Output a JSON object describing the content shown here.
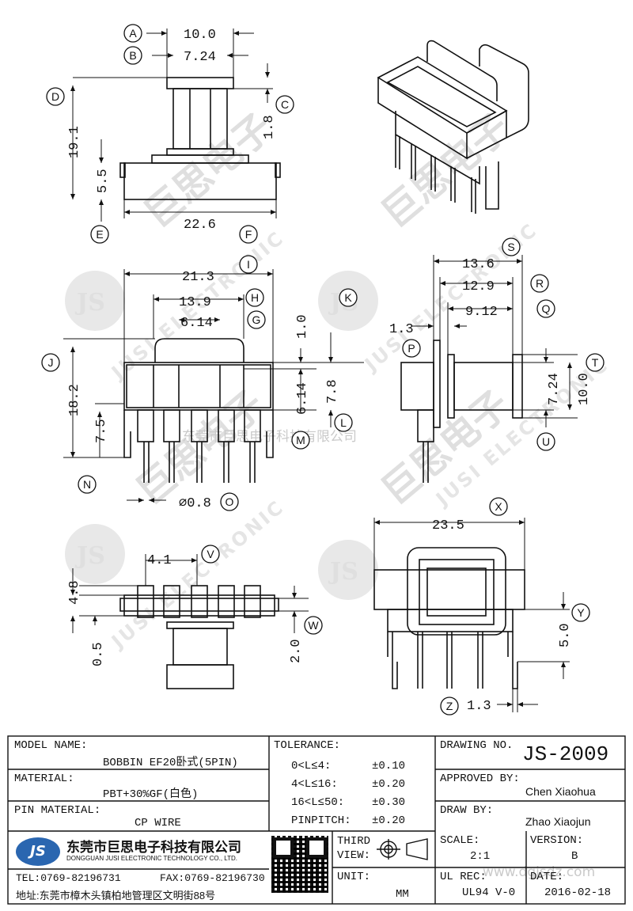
{
  "watermark": {
    "logo": "JS",
    "company_cn": "巨思电子",
    "company_en": "JUSI ELECTRONIC",
    "overlay_cn": "东莞市巨思电子科技有限公司",
    "url": "www.dgjsdz.com"
  },
  "dimensions": {
    "top_width": "10.0",
    "top_inner": "7.24",
    "top_height": "19.1",
    "top_flange": "1.8",
    "top_base": "5.5",
    "top_base_width": "22.6",
    "front_width": "21.3",
    "front_mid": "13.9",
    "front_inner": "6.14",
    "front_height": "18.2",
    "front_pin": "7.5",
    "front_top": "1.0",
    "front_core": "7.8",
    "front_core2": "6.14",
    "front_pin_dia": "⌀0.8",
    "side_s": "13.6",
    "side_r": "12.9",
    "side_q": "9.12",
    "side_p": "1.3",
    "side_t": "10.0",
    "side_u": "7.24",
    "bottom_pitch": "4.1",
    "bottom_height": "4.8",
    "bottom_gap": "0.5",
    "bottom_w": "2.0",
    "rear_width": "23.5",
    "rear_y": "5.0",
    "rear_z": "1.3"
  },
  "callouts": [
    "A",
    "B",
    "C",
    "D",
    "E",
    "F",
    "I",
    "H",
    "G",
    "K",
    "J",
    "L",
    "M",
    "N",
    "O",
    "S",
    "R",
    "Q",
    "P",
    "T",
    "U",
    "V",
    "W",
    "X",
    "Y",
    "Z"
  ],
  "title_block": {
    "model_label": "MODEL NAME:",
    "model_value": "BOBBIN EF20卧式(5PIN)",
    "material_label": "MATERIAL:",
    "material_value": "PBT+30%GF(白色)",
    "pin_label": "PIN MATERIAL:",
    "pin_value": "CP WIRE",
    "tolerance_label": "TOLERANCE:",
    "tolerances": [
      {
        "range": "0<L≤4:",
        "value": "±0.10"
      },
      {
        "range": "4<L≤16:",
        "value": "±0.20"
      },
      {
        "range": "16<L≤50:",
        "value": "±0.30"
      },
      {
        "range": "PINPITCH:",
        "value": "±0.20"
      }
    ],
    "drawing_no_label": "DRAWING NO.",
    "drawing_no": "JS-2009",
    "approved_label": "APPROVED BY:",
    "approved_by": "Chen Xiaohua",
    "draw_label": "DRAW BY:",
    "draw_by": "Zhao Xiaojun",
    "third_view_label": "THIRD VIEW:",
    "unit_label": "UNIT:",
    "unit": "MM",
    "scale_label": "SCALE:",
    "scale": "2:1",
    "version_label": "VERSION:",
    "version": "B",
    "ul_label": "UL REC:",
    "ul": "UL94 V-0",
    "date_label": "DATE:",
    "date": "2016-02-18",
    "company_logo": "JS",
    "company_cn": "东莞市巨思电子科技有限公司",
    "company_en": "DONGGUAN JUSI ELECTRONIC TECHNOLOGY CO., LTD.",
    "tel": "TEL:0769-82196731",
    "fax": "FAX:0769-82196730",
    "address": "地址:东莞市樟木头镇柏地管理区文明街88号"
  },
  "colors": {
    "line": "#111111",
    "watermark": "#dcdcdc",
    "logo": "#2a66b0"
  }
}
